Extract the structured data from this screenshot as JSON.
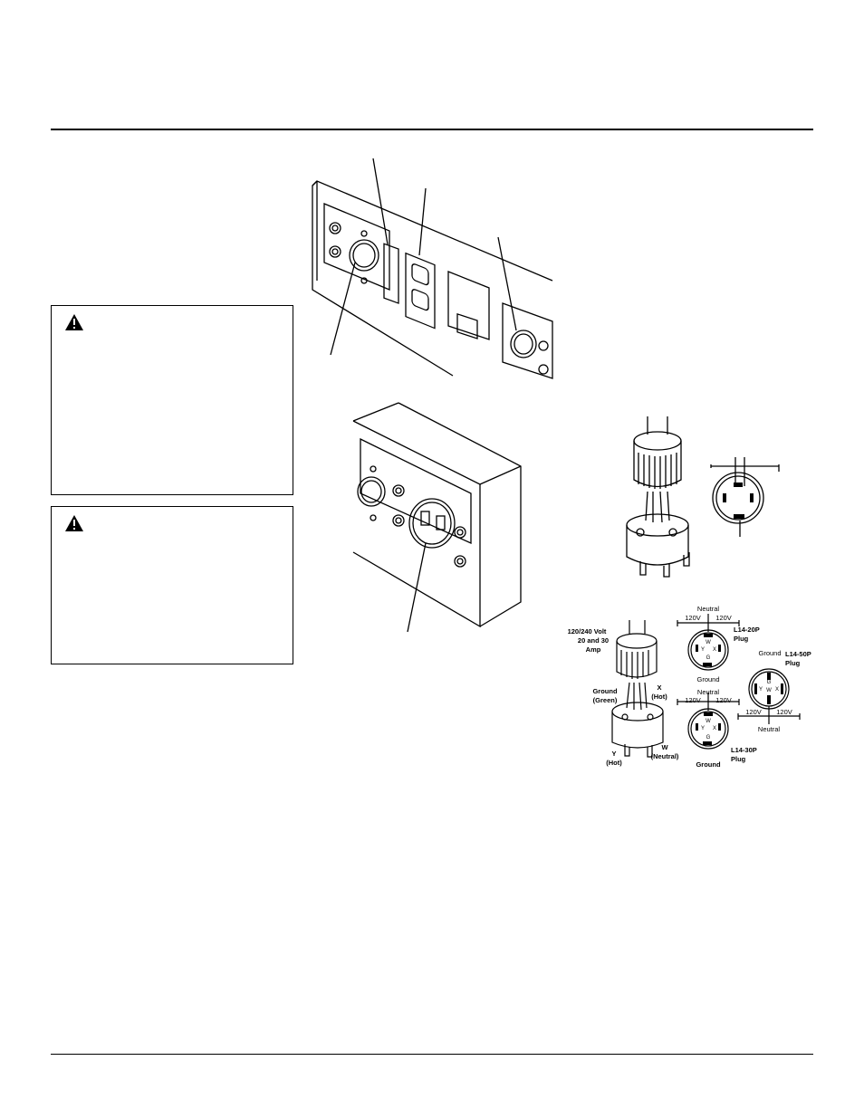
{
  "icons": {
    "warning": "warning-triangle-icon"
  },
  "plug_diagram": {
    "cord_plug": {
      "rating_line1": "120/240 Volt",
      "rating_line2": "20 and 30",
      "rating_line3": "Amp",
      "ground_line1": "Ground",
      "ground_line2": "(Green)",
      "x_line1": "X",
      "x_line2": "(Hot)",
      "y_line1": "Y",
      "y_line2": "(Hot)",
      "w_line1": "W",
      "w_line2": "(Neutral)"
    },
    "l14_20p": {
      "neutral": "Neutral",
      "v_left": "120V",
      "v_right": "120V",
      "w": "W",
      "y": "Y",
      "x": "X",
      "g": "G",
      "ground": "Ground",
      "name_line1": "L14-20P",
      "name_line2": "Plug"
    },
    "l14_30p": {
      "neutral": "Neutral",
      "v_left": "120V",
      "v_right": "120V",
      "w": "W",
      "y": "Y",
      "x": "X",
      "g": "G",
      "ground": "Ground",
      "name_line1": "L14-30P",
      "name_line2": "Plug"
    },
    "l14_50p": {
      "ground": "Ground",
      "name_line1": "L14-50P",
      "name_line2": "Plug",
      "g": "G",
      "y": "Y",
      "w": "W",
      "x": "X",
      "v_left": "120V",
      "v_right": "120V",
      "neutral": "Neutral"
    }
  }
}
